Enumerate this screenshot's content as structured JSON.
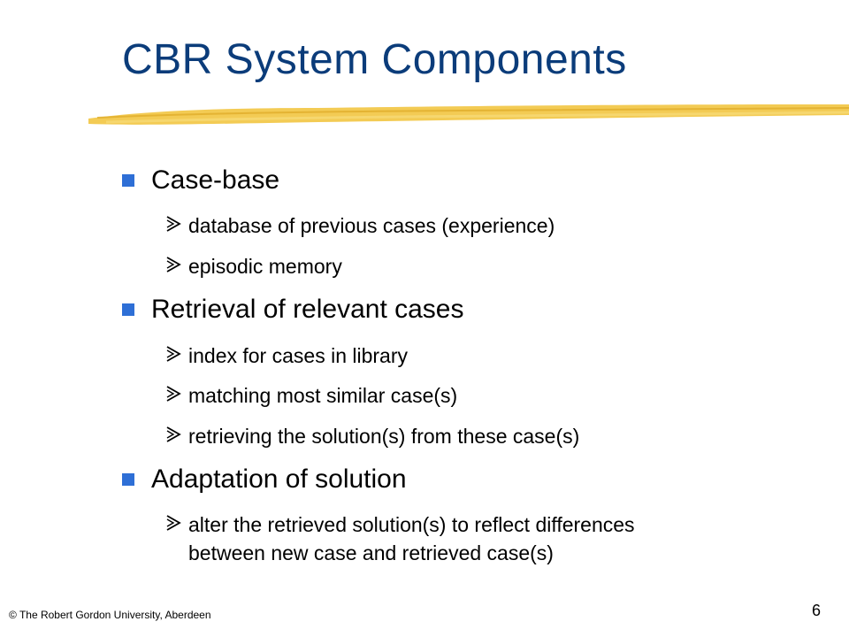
{
  "slide": {
    "title": "CBR System Components",
    "sections": [
      {
        "heading": "Case-base",
        "items": [
          "database of previous cases (experience)",
          "episodic memory"
        ]
      },
      {
        "heading": "Retrieval of relevant cases",
        "items": [
          "index for cases in library",
          "matching most similar case(s)",
          "retrieving the solution(s) from these case(s)"
        ]
      },
      {
        "heading": "Adaptation of solution",
        "items": [
          "alter the retrieved solution(s) to reflect differences",
          "between new case and retrieved case(s)"
        ]
      }
    ],
    "footer": "© The  Robert Gordon University,  Aberdeen",
    "page_number": "6"
  },
  "colors": {
    "title": "#0b3c7a",
    "bullet": "#2e6fd6",
    "underline": "#f2c84b"
  },
  "icons": {
    "level1": "square-bullet-icon",
    "level2": "arrow-bullet-icon"
  }
}
